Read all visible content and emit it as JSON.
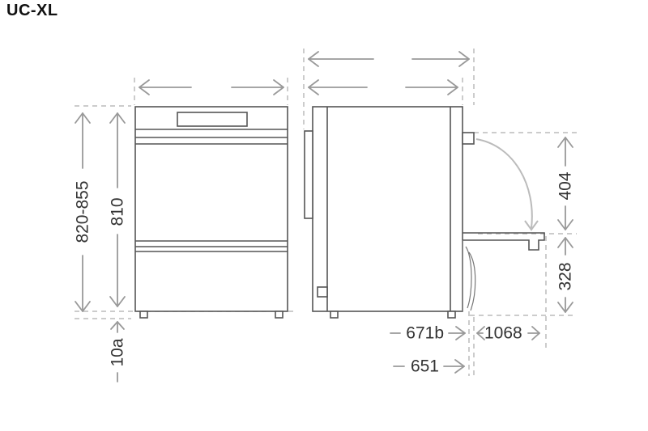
{
  "title": "UC-XL",
  "dimensions": {
    "overall_height": "820-855",
    "body_height": "810",
    "feet": "10a",
    "door_open_height": "404",
    "door_height_above_floor": "328",
    "depth_with_handle": "671b",
    "depth": "651",
    "depth_door_open": "1068"
  },
  "colors": {
    "outline": "#555555",
    "dimension_line": "#999999",
    "extension_line": "#bbbbbb",
    "text": "#333333"
  }
}
